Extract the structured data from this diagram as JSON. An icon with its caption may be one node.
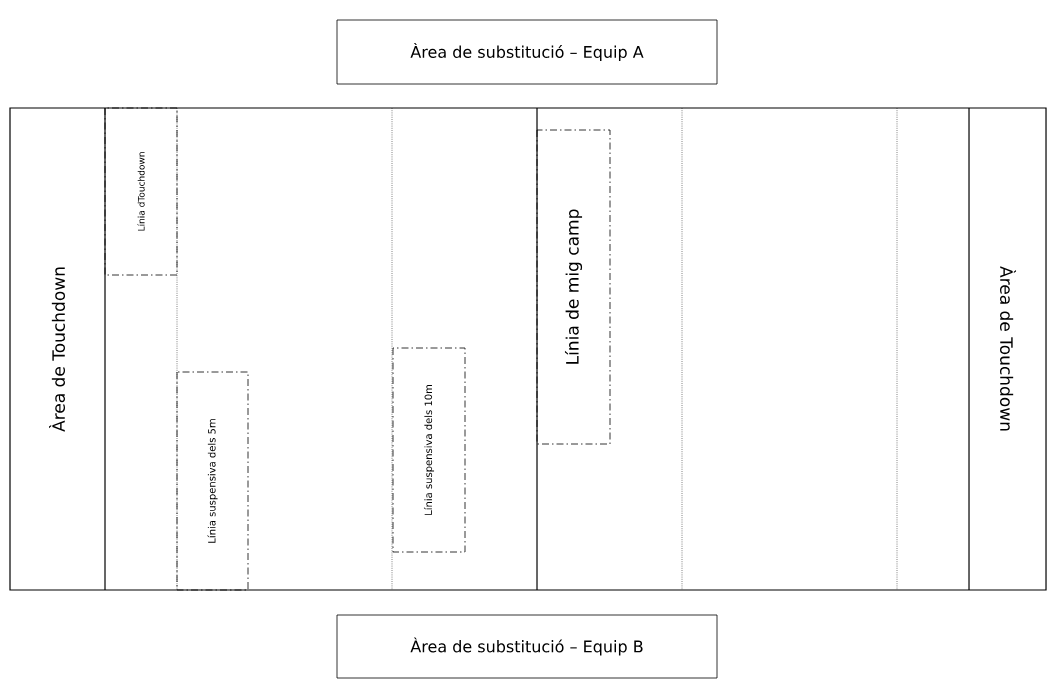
{
  "diagram": {
    "nodes": [
      {
        "text": [
          "Àrea de substitució – Equip A"
        ]
      },
      {
        "text": [],
        "shape": "box"
      },
      {
        "text": [
          "Línia dTouchdown"
        ],
        "in": 1
      },
      {
        "text": [
          "Línia suspensiva dels 5m"
        ],
        "in": 1
      },
      {
        "text": [
          "Línia suspensiva dels 10m"
        ],
        "in": 1
      },
      {
        "text": [
          "Línia de mig camp"
        ],
        "in": 1
      },
      {
        "text": [
          "Àrea de substitució – Equip B"
        ]
      }
    ],
    "labels": [
      "Àrea de Touchdown",
      "Àrea de Touchdown"
    ]
  }
}
